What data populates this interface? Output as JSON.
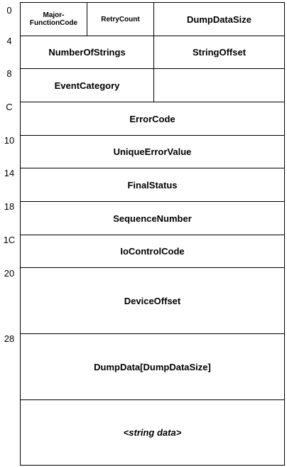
{
  "offsets": [
    "0",
    "4",
    "8",
    "C",
    "10",
    "14",
    "18",
    "1C",
    "20",
    "28"
  ],
  "rows": {
    "r0": {
      "major_function_code": "Major-\nFunctionCode",
      "retry_count": "RetryCount",
      "dump_data_size": "DumpDataSize"
    },
    "r4": {
      "number_of_strings": "NumberOfStrings",
      "string_offset": "StringOffset"
    },
    "r8": {
      "event_category": "EventCategory",
      "empty": ""
    },
    "rC": {
      "error_code": "ErrorCode"
    },
    "r10": {
      "unique_error_value": "UniqueErrorValue"
    },
    "r14": {
      "final_status": "FinalStatus"
    },
    "r18": {
      "sequence_number": "SequenceNumber"
    },
    "r1C": {
      "io_control_code": "IoControlCode"
    },
    "r20": {
      "device_offset": "DeviceOffset"
    },
    "r28": {
      "dump_data": "DumpData[DumpDataSize]"
    },
    "string": {
      "string_data": "<string data>"
    }
  }
}
